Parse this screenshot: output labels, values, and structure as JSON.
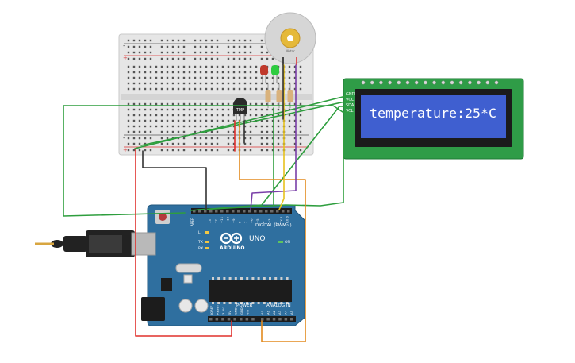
{
  "lcd": {
    "text": "temperature:25*C",
    "pin_labels": [
      "GND",
      "VCC",
      "SDA",
      "SCL"
    ]
  },
  "arduino": {
    "brand": "ARDUINO",
    "model": "UNO",
    "digital_label": "DIGITAL (PWM~)",
    "power_label": "POWER",
    "analog_label": "ANALOG IN",
    "on_label": "ON",
    "tx_label": "TX",
    "rx_label": "RX",
    "l_label": "L",
    "aref_label": "AREF",
    "digital_pins": [
      "13",
      "12",
      "~11",
      "~10",
      "~9",
      "8",
      "7",
      "~6",
      "~5",
      "4",
      "~3",
      "2",
      "TX 1",
      "RX 0"
    ],
    "power_pins": [
      "IOREF",
      "RESET",
      "3.3V",
      "5V",
      "GND",
      "GND",
      "Vin"
    ],
    "analog_pins": [
      "A0",
      "A1",
      "A2",
      "A3",
      "A4",
      "A5"
    ]
  },
  "sensor": {
    "label": "TMP"
  },
  "motor": {
    "label": "Motor"
  },
  "breadboard": {
    "rail_signs": [
      "-",
      "+",
      "-",
      "+"
    ]
  },
  "colors": {
    "wire_green": "#2e9e3e",
    "wire_red": "#e0302c",
    "wire_black": "#333333",
    "wire_orange": "#e38a1e",
    "wire_purple": "#7a3fa8",
    "wire_yellow": "#e7c21d",
    "board_blue": "#2f6f9f",
    "lcd_green": "#2f9c47",
    "lcd_screen": "#3f5fd0"
  }
}
